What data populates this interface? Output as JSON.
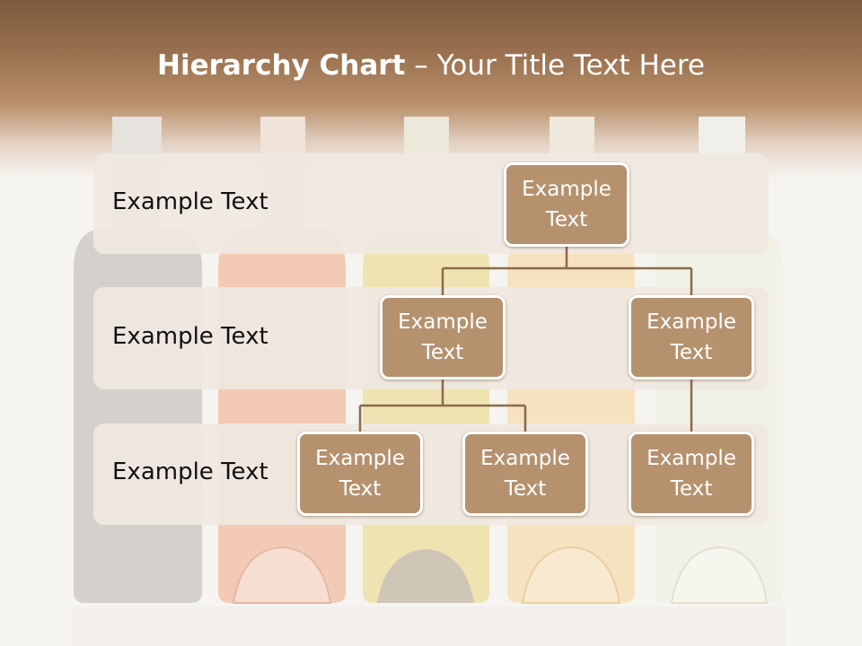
{
  "title": {
    "bold": "Hierarchy Chart",
    "rest": " – Your Title Text Here"
  },
  "rows": [
    {
      "label": "Example Text"
    },
    {
      "label": "Example Text"
    },
    {
      "label": "Example Text"
    }
  ],
  "nodes": {
    "root": {
      "line1": "Example",
      "line2": "Text"
    },
    "level2_left": {
      "line1": "Example",
      "line2": "Text"
    },
    "level2_right": {
      "line1": "Example",
      "line2": "Text"
    },
    "level3_a": {
      "line1": "Example",
      "line2": "Text"
    },
    "level3_b": {
      "line1": "Example",
      "line2": "Text"
    },
    "level3_c": {
      "line1": "Example",
      "line2": "Text"
    }
  },
  "colors": {
    "header_brown": "#7b5a3c",
    "node_fill": "#b5916e",
    "connector": "#8a6a4c",
    "band": "#efe8e1"
  }
}
